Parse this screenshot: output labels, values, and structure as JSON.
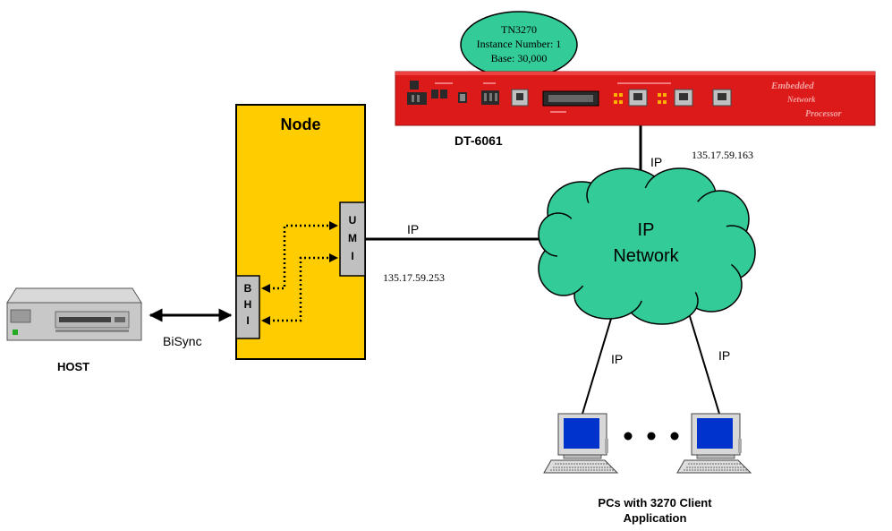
{
  "tn3270_bubble": {
    "line1": "TN3270",
    "line2": "Instance Number: 1",
    "line3": "Base: 30,000"
  },
  "device": {
    "name": "DT-6061",
    "brand_text": [
      "Embedded",
      "Network",
      "Processor"
    ]
  },
  "node": {
    "title": "Node",
    "umi_letters": [
      "U",
      "M",
      "I"
    ],
    "bhi_letters": [
      "B",
      "H",
      "I"
    ]
  },
  "host": {
    "label": "HOST"
  },
  "network": {
    "line1": "IP",
    "line2": "Network"
  },
  "links": {
    "bisync": "BiSync",
    "umi_ip": "IP",
    "umi_address": "135.17.59.253",
    "device_ip": "IP",
    "device_address": "135.17.59.163",
    "pc_left_ip": "IP",
    "pc_right_ip": "IP"
  },
  "pcs": {
    "label_line1": "PCs with 3270 Client",
    "label_line2": "Application"
  },
  "colors": {
    "node_fill": "#FFCC00",
    "cloud_fill": "#33CC99",
    "bubble_fill": "#33CC99",
    "device_fill": "#DD1A1A",
    "port_fill": "#C0C0C0",
    "screen_fill": "#0033CC"
  }
}
